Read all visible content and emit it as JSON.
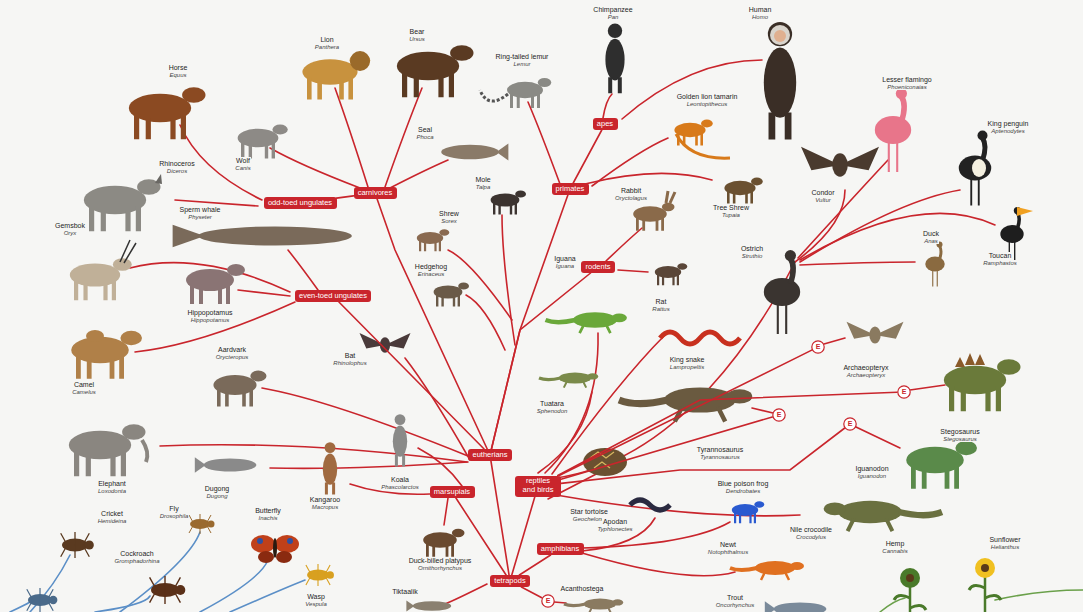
{
  "diagram": {
    "nodes": [
      {
        "text": [
          "apes"
        ]
      },
      {
        "text": [
          "primates"
        ]
      },
      {
        "text": [
          "carnivores"
        ]
      },
      {
        "text": [
          "odd-toed ungulates"
        ]
      },
      {
        "text": [
          "rodents"
        ]
      },
      {
        "text": [
          "even-toed ungulates"
        ]
      },
      {
        "text": [
          "E"
        ]
      },
      {
        "text": [
          "E"
        ]
      },
      {
        "text": [
          "E"
        ]
      },
      {
        "text": [
          "E"
        ]
      },
      {
        "text": [
          "eutherians"
        ]
      },
      {
        "text": [
          "reptiles and birds"
        ]
      },
      {
        "text": [
          "marsupials"
        ]
      },
      {
        "text": [
          "amphibians"
        ]
      },
      {
        "text": [
          "tetrapods"
        ]
      },
      {
        "text": [
          "E"
        ]
      }
    ],
    "edges": [
      {
        "from": 1,
        "to": 0,
        "arrow": "none"
      },
      {
        "from": 10,
        "to": 1,
        "arrow": "none"
      },
      {
        "from": 10,
        "to": 4,
        "arrow": "none"
      },
      {
        "from": 10,
        "to": 2,
        "arrow": "none"
      },
      {
        "from": 2,
        "to": 3,
        "arrow": "none"
      },
      {
        "from": 10,
        "to": 5,
        "arrow": "none"
      },
      {
        "from": 14,
        "to": 10,
        "arrow": "none"
      },
      {
        "from": 14,
        "to": 12,
        "arrow": "none"
      },
      {
        "from": 14,
        "to": 11,
        "arrow": "none"
      },
      {
        "from": 14,
        "to": 13,
        "arrow": "none"
      },
      {
        "from": 14,
        "to": 15,
        "arrow": "none"
      },
      {
        "from": 11,
        "to": 6,
        "arrow": "none"
      },
      {
        "from": 11,
        "to": 7,
        "arrow": "none"
      },
      {
        "from": 11,
        "to": 8,
        "arrow": "none"
      },
      {
        "from": 11,
        "to": 9,
        "arrow": "none"
      }
    ],
    "labels": [
      "Horse",
      "Equus",
      "Lion",
      "Panthera",
      "Bear",
      "Ursus",
      "Ring-tailed lemur",
      "Lemur",
      "Chimpanzee",
      "Pan",
      "Human",
      "Homo",
      "Lesser flamingo",
      "Phoeniconaias",
      "King penguin",
      "Aptenodytes",
      "Wolf",
      "Canis",
      "Seal",
      "Phoca",
      "Golden lion tamarin",
      "Leontopithecus",
      "Rhinoceros",
      "Diceros",
      "Mole",
      "Talpa",
      "Sperm whale",
      "Physeter",
      "Shrew",
      "Sorex",
      "Rabbit",
      "Oryctolagus",
      "Tree Shrew",
      "Tupaia",
      "Condor",
      "Vultur",
      "Gemsbok",
      "Oryx",
      "Duck",
      "Anas",
      "Ostrich",
      "Struthio",
      "Toucan",
      "Ramphastos",
      "Iguana",
      "Iguana",
      "Hedgehog",
      "Erinaceus",
      "Rat",
      "Rattus",
      "Hippopotamus",
      "Hippopotamus",
      "Aardvark",
      "Orycteropus",
      "Bat",
      "Rhinolophus",
      "King snake",
      "Lampropeltis",
      "Archaeopteryx",
      "Archaeopteryx",
      "Camel",
      "Camelus",
      "Tuatara",
      "Sphenodon",
      "Stegosaurus",
      "Stegosaurus",
      "Tyrannosaurus",
      "Tyrannosaurus",
      "Iguanodon",
      "Iguanodon",
      "Koala",
      "Phascolarctos",
      "Blue poison frog",
      "Dendrobates",
      "Elephant",
      "Loxodonta",
      "Dugong",
      "Dugong",
      "Kangaroo",
      "Macropus",
      "Fly",
      "Drosophila",
      "Butterfly",
      "Inachis",
      "Star tortoise",
      "Geochelone",
      "Cricket",
      "Hemideina",
      "Apodan",
      "Typhlonectes",
      "Nile crocodile",
      "Crocodylus",
      "Sunflower",
      "Helianthus",
      "Hemp",
      "Cannabis",
      "Newt",
      "Notophthalmus",
      "Cockroach",
      "Gromphadorhina",
      "Duck-billed platypus",
      "Ornithorhynchus",
      "Tiktaalik",
      "Acanthostega",
      "Wasp",
      "Vespula",
      "Trout",
      "Oncorhynchus"
    ]
  }
}
